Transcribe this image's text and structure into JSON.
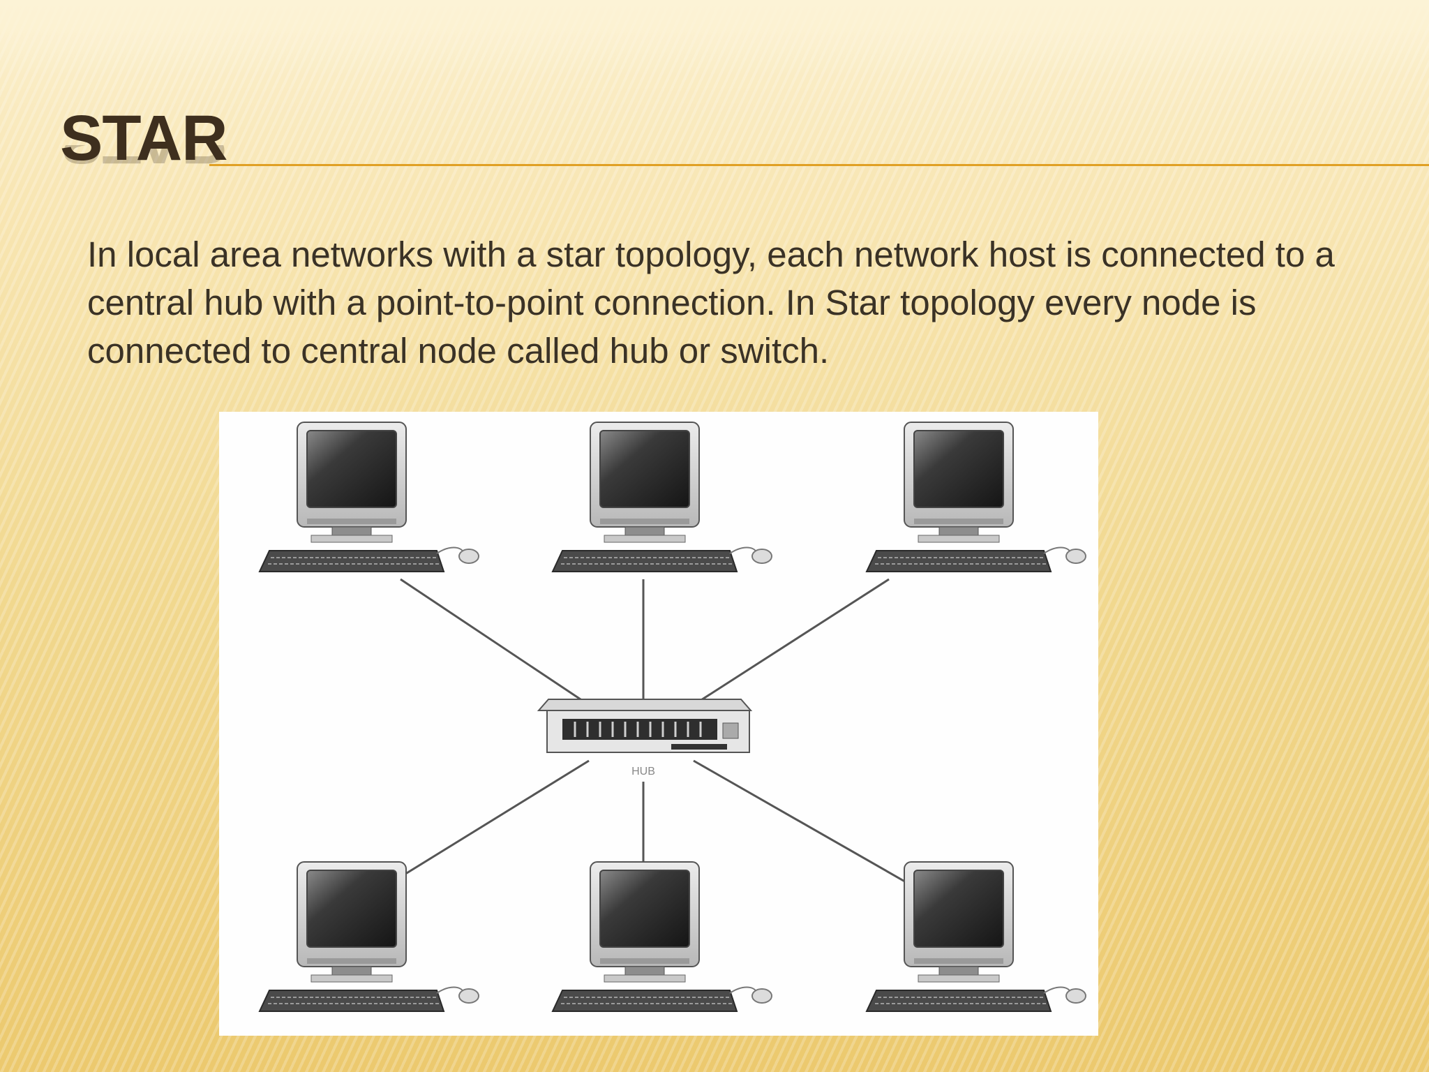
{
  "slide": {
    "title": "STAR",
    "body": "In local area networks with a star topology, each network host is connected to a central hub with a point-to-point connection. In Star topology every node is connected to central node called hub or switch.",
    "accent_color": "#e0a024",
    "title_color": "#3e2f1e"
  },
  "diagram": {
    "hub_label": "HUB",
    "nodes": [
      {
        "name": "computer-top-left"
      },
      {
        "name": "computer-top-center"
      },
      {
        "name": "computer-top-right"
      },
      {
        "name": "computer-bottom-left"
      },
      {
        "name": "computer-bottom-center"
      },
      {
        "name": "computer-bottom-right"
      }
    ]
  }
}
